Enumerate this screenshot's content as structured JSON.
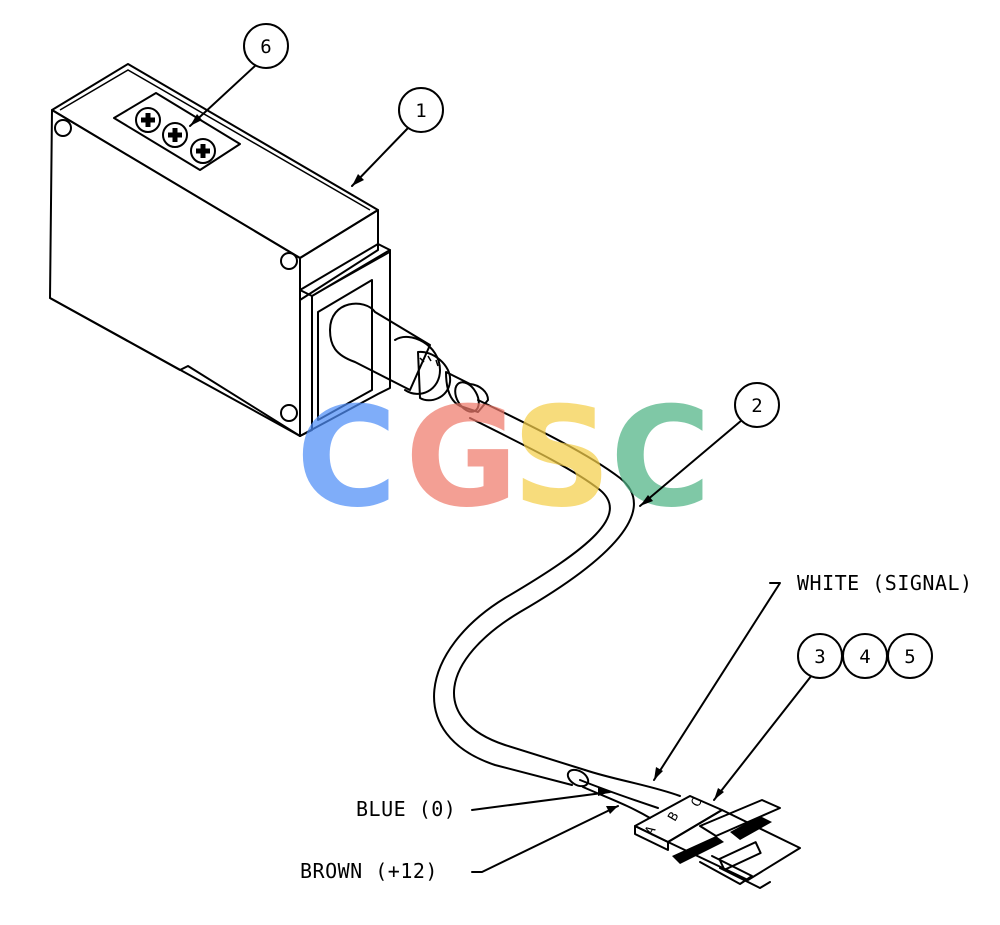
{
  "callouts": {
    "c1": "1",
    "c2": "2",
    "c3": "3",
    "c4": "4",
    "c5": "5",
    "c6": "6"
  },
  "wire_labels": {
    "white": "WHITE (SIGNAL)",
    "blue": "BLUE (0)",
    "brown": "BROWN (+12)"
  },
  "pin_labels": {
    "a": "A",
    "b": "B",
    "c": "C"
  },
  "watermark": {
    "letters": [
      "C",
      "G",
      "S",
      "C"
    ],
    "colors": [
      "#4f8ef7",
      "#ef7b6c",
      "#f5cf4a",
      "#4fb385"
    ]
  }
}
